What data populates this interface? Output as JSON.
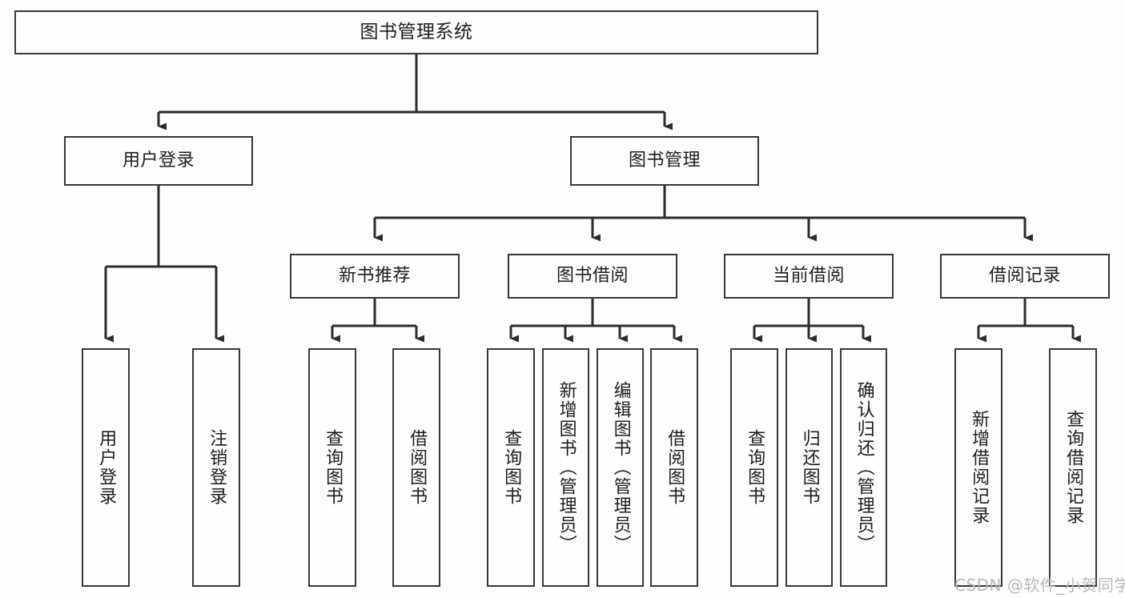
{
  "diagram": {
    "type": "tree-hierarchy-diagram",
    "title": "图书管理系统",
    "colors": {
      "background": "#fefefe",
      "border": "#37383a",
      "text": "#1d1d1f",
      "connector": "#2c2c2e",
      "watermark": "#b9b9b9"
    },
    "nodes": {
      "root": {
        "label": "图书管理系统"
      },
      "level2": [
        {
          "id": "user-login",
          "label": "用户登录"
        },
        {
          "id": "book-management",
          "label": "图书管理"
        }
      ],
      "level3": [
        {
          "id": "new-book-recommend",
          "label": "新书推荐"
        },
        {
          "id": "book-borrow",
          "label": "图书借阅"
        },
        {
          "id": "current-borrow",
          "label": "当前借阅"
        },
        {
          "id": "borrow-record",
          "label": "借阅记录"
        }
      ],
      "leaves": {
        "user_login": [
          {
            "id": "leaf-user-login",
            "label": "用户登录"
          },
          {
            "id": "leaf-user-logout",
            "label": "注销登录"
          }
        ],
        "new_book_recommend": [
          {
            "id": "leaf-query-book-1",
            "label": "查询图书"
          },
          {
            "id": "leaf-borrow-book-1",
            "label": "借阅图书"
          }
        ],
        "book_borrow": [
          {
            "id": "leaf-query-book-2",
            "label": "查询图书"
          },
          {
            "id": "leaf-add-book",
            "label": "新增图书（管理员）"
          },
          {
            "id": "leaf-edit-book",
            "label": "编辑图书（管理员）"
          },
          {
            "id": "leaf-borrow-book-2",
            "label": "借阅图书"
          }
        ],
        "current_borrow": [
          {
            "id": "leaf-query-book-3",
            "label": "查询图书"
          },
          {
            "id": "leaf-return-book",
            "label": "归还图书"
          },
          {
            "id": "leaf-confirm-return",
            "label": "确认归还（管理员）"
          }
        ],
        "borrow_record": [
          {
            "id": "leaf-add-record",
            "label": "新增借阅记录"
          },
          {
            "id": "leaf-query-record",
            "label": "查询借阅记录"
          }
        ]
      }
    },
    "watermark": "CSDN @软件_小贺同学"
  }
}
